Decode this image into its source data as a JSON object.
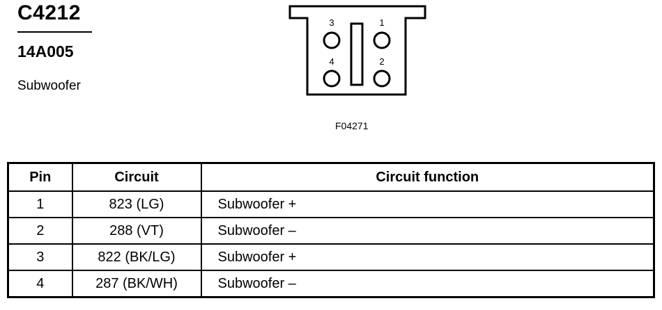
{
  "header": {
    "connector_id": "C4212",
    "part_number": "14A005",
    "description": "Subwoofer"
  },
  "diagram": {
    "pin_labels": [
      "3",
      "1",
      "4",
      "2"
    ],
    "figure_code": "F04271"
  },
  "table": {
    "headers": [
      "Pin",
      "Circuit",
      "Circuit function"
    ],
    "rows": [
      {
        "pin": "1",
        "circuit": "823 (LG)",
        "function": "Subwoofer +"
      },
      {
        "pin": "2",
        "circuit": "288 (VT)",
        "function": "Subwoofer –"
      },
      {
        "pin": "3",
        "circuit": "822 (BK/LG)",
        "function": "Subwoofer +"
      },
      {
        "pin": "4",
        "circuit": "287 (BK/WH)",
        "function": "Subwoofer –"
      }
    ]
  }
}
